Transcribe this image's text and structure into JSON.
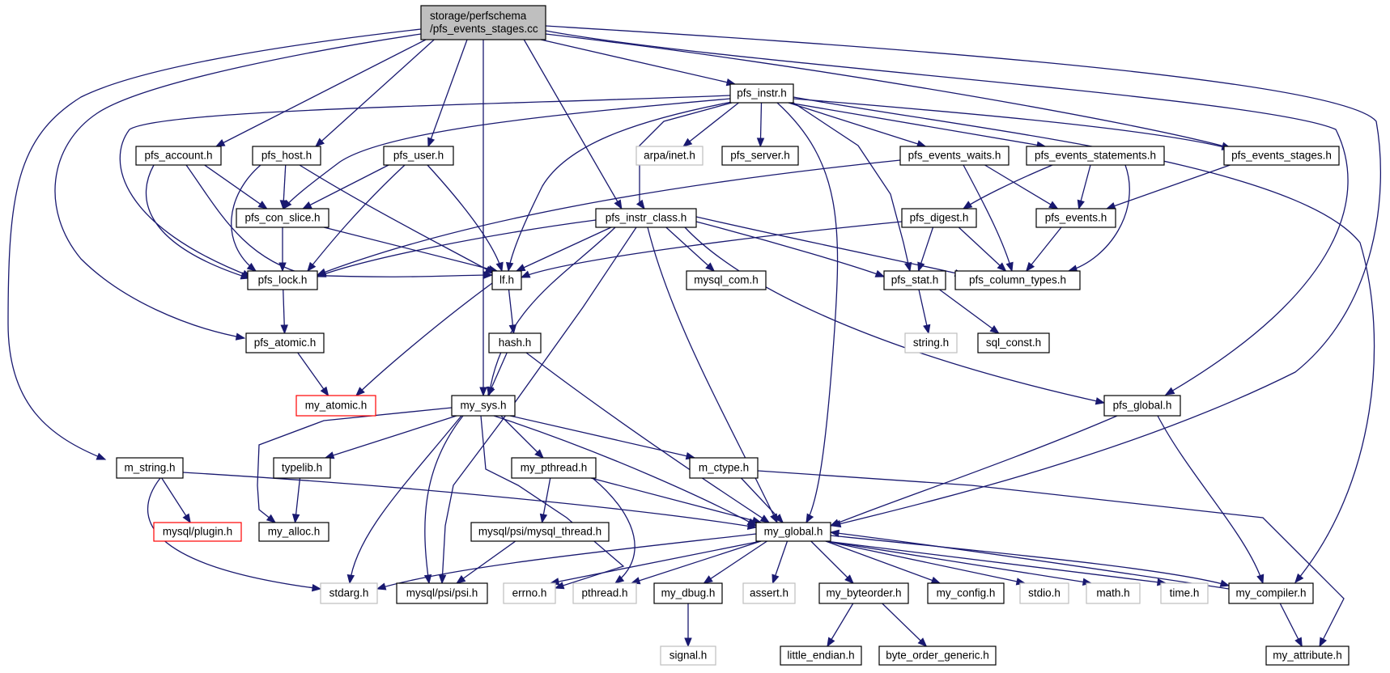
{
  "diagram": {
    "type": "include-dependency-graph",
    "root": "pfs_events_stages_cc",
    "colors": {
      "edge": "#191970",
      "root_fill": "#bfbfbf",
      "missing_border": "#bfbfbf",
      "unresolved_border": "#ff0000"
    },
    "nodes": [
      {
        "id": "pfs_events_stages_cc",
        "lines": [
          "storage/perfschema",
          "/pfs_events_stages.cc"
        ],
        "style": "root"
      },
      {
        "id": "pfs_instr_h",
        "lines": [
          "pfs_instr.h"
        ]
      },
      {
        "id": "pfs_account_h",
        "lines": [
          "pfs_account.h"
        ]
      },
      {
        "id": "pfs_host_h",
        "lines": [
          "pfs_host.h"
        ]
      },
      {
        "id": "pfs_user_h",
        "lines": [
          "pfs_user.h"
        ]
      },
      {
        "id": "arpa_inet_h",
        "lines": [
          "arpa/inet.h"
        ],
        "style": "missing"
      },
      {
        "id": "pfs_server_h",
        "lines": [
          "pfs_server.h"
        ]
      },
      {
        "id": "pfs_events_waits_h",
        "lines": [
          "pfs_events_waits.h"
        ]
      },
      {
        "id": "pfs_events_statements_h",
        "lines": [
          "pfs_events_statements.h"
        ]
      },
      {
        "id": "pfs_events_stages_h",
        "lines": [
          "pfs_events_stages.h"
        ]
      },
      {
        "id": "pfs_con_slice_h",
        "lines": [
          "pfs_con_slice.h"
        ]
      },
      {
        "id": "pfs_instr_class_h",
        "lines": [
          "pfs_instr_class.h"
        ]
      },
      {
        "id": "pfs_digest_h",
        "lines": [
          "pfs_digest.h"
        ]
      },
      {
        "id": "pfs_events_h",
        "lines": [
          "pfs_events.h"
        ]
      },
      {
        "id": "pfs_lock_h",
        "lines": [
          "pfs_lock.h"
        ]
      },
      {
        "id": "lf_h",
        "lines": [
          "lf.h"
        ]
      },
      {
        "id": "mysql_com_h",
        "lines": [
          "mysql_com.h"
        ]
      },
      {
        "id": "pfs_stat_h",
        "lines": [
          "pfs_stat.h"
        ]
      },
      {
        "id": "pfs_column_types_h",
        "lines": [
          "pfs_column_types.h"
        ]
      },
      {
        "id": "pfs_atomic_h",
        "lines": [
          "pfs_atomic.h"
        ]
      },
      {
        "id": "hash_h",
        "lines": [
          "hash.h"
        ]
      },
      {
        "id": "string_h",
        "lines": [
          "string.h"
        ],
        "style": "missing"
      },
      {
        "id": "sql_const_h",
        "lines": [
          "sql_const.h"
        ]
      },
      {
        "id": "my_atomic_h",
        "lines": [
          "my_atomic.h"
        ],
        "style": "unresolved"
      },
      {
        "id": "my_sys_h",
        "lines": [
          "my_sys.h"
        ]
      },
      {
        "id": "pfs_global_h",
        "lines": [
          "pfs_global.h"
        ]
      },
      {
        "id": "m_string_h",
        "lines": [
          "m_string.h"
        ]
      },
      {
        "id": "typelib_h",
        "lines": [
          "typelib.h"
        ]
      },
      {
        "id": "my_pthread_h",
        "lines": [
          "my_pthread.h"
        ]
      },
      {
        "id": "m_ctype_h",
        "lines": [
          "m_ctype.h"
        ]
      },
      {
        "id": "mysql_plugin_h",
        "lines": [
          "mysql/plugin.h"
        ],
        "style": "unresolved"
      },
      {
        "id": "my_alloc_h",
        "lines": [
          "my_alloc.h"
        ]
      },
      {
        "id": "mysql_psi_mysql_thread_h",
        "lines": [
          "mysql/psi/mysql_thread.h"
        ]
      },
      {
        "id": "my_global_h",
        "lines": [
          "my_global.h"
        ]
      },
      {
        "id": "stdarg_h",
        "lines": [
          "stdarg.h"
        ],
        "style": "missing"
      },
      {
        "id": "mysql_psi_psi_h",
        "lines": [
          "mysql/psi/psi.h"
        ]
      },
      {
        "id": "errno_h",
        "lines": [
          "errno.h"
        ],
        "style": "missing"
      },
      {
        "id": "pthread_h",
        "lines": [
          "pthread.h"
        ],
        "style": "missing"
      },
      {
        "id": "my_dbug_h",
        "lines": [
          "my_dbug.h"
        ]
      },
      {
        "id": "assert_h",
        "lines": [
          "assert.h"
        ],
        "style": "missing"
      },
      {
        "id": "my_byteorder_h",
        "lines": [
          "my_byteorder.h"
        ]
      },
      {
        "id": "my_config_h",
        "lines": [
          "my_config.h"
        ]
      },
      {
        "id": "stdio_h",
        "lines": [
          "stdio.h"
        ],
        "style": "missing"
      },
      {
        "id": "math_h",
        "lines": [
          "math.h"
        ],
        "style": "missing"
      },
      {
        "id": "time_h",
        "lines": [
          "time.h"
        ],
        "style": "missing"
      },
      {
        "id": "my_compiler_h",
        "lines": [
          "my_compiler.h"
        ]
      },
      {
        "id": "signal_h",
        "lines": [
          "signal.h"
        ],
        "style": "missing"
      },
      {
        "id": "little_endian_h",
        "lines": [
          "little_endian.h"
        ]
      },
      {
        "id": "byte_order_generic_h",
        "lines": [
          "byte_order_generic.h"
        ]
      },
      {
        "id": "my_attribute_h",
        "lines": [
          "my_attribute.h"
        ]
      }
    ],
    "edges": [
      [
        "pfs_events_stages_cc",
        "pfs_instr_h"
      ],
      [
        "pfs_events_stages_cc",
        "pfs_account_h"
      ],
      [
        "pfs_events_stages_cc",
        "pfs_host_h"
      ],
      [
        "pfs_events_stages_cc",
        "pfs_user_h"
      ],
      [
        "pfs_events_stages_cc",
        "pfs_instr_class_h"
      ],
      [
        "pfs_events_stages_cc",
        "pfs_events_stages_h"
      ],
      [
        "pfs_events_stages_cc",
        "pfs_atomic_h"
      ],
      [
        "pfs_events_stages_cc",
        "my_sys_h"
      ],
      [
        "pfs_events_stages_cc",
        "pfs_global_h"
      ],
      [
        "pfs_events_stages_cc",
        "m_string_h"
      ],
      [
        "pfs_events_stages_cc",
        "my_global_h"
      ],
      [
        "pfs_instr_h",
        "pfs_lock_h"
      ],
      [
        "pfs_instr_h",
        "pfs_con_slice_h"
      ],
      [
        "pfs_instr_h",
        "pfs_instr_class_h"
      ],
      [
        "pfs_instr_h",
        "lf_h"
      ],
      [
        "pfs_instr_h",
        "arpa_inet_h"
      ],
      [
        "pfs_instr_h",
        "pfs_server_h"
      ],
      [
        "pfs_instr_h",
        "pfs_events_waits_h"
      ],
      [
        "pfs_instr_h",
        "pfs_events_statements_h"
      ],
      [
        "pfs_instr_h",
        "pfs_events_stages_h"
      ],
      [
        "pfs_instr_h",
        "pfs_stat_h"
      ],
      [
        "pfs_instr_h",
        "my_global_h"
      ],
      [
        "pfs_instr_h",
        "my_compiler_h"
      ],
      [
        "pfs_account_h",
        "pfs_lock_h"
      ],
      [
        "pfs_account_h",
        "pfs_con_slice_h"
      ],
      [
        "pfs_account_h",
        "lf_h"
      ],
      [
        "pfs_host_h",
        "pfs_lock_h"
      ],
      [
        "pfs_host_h",
        "pfs_con_slice_h"
      ],
      [
        "pfs_host_h",
        "lf_h"
      ],
      [
        "pfs_user_h",
        "pfs_lock_h"
      ],
      [
        "pfs_user_h",
        "pfs_con_slice_h"
      ],
      [
        "pfs_user_h",
        "lf_h"
      ],
      [
        "pfs_con_slice_h",
        "pfs_lock_h"
      ],
      [
        "pfs_con_slice_h",
        "lf_h"
      ],
      [
        "pfs_events_waits_h",
        "pfs_lock_h"
      ],
      [
        "pfs_events_waits_h",
        "pfs_events_h"
      ],
      [
        "pfs_events_waits_h",
        "pfs_column_types_h"
      ],
      [
        "pfs_events_statements_h",
        "pfs_digest_h"
      ],
      [
        "pfs_events_statements_h",
        "pfs_events_h"
      ],
      [
        "pfs_events_statements_h",
        "pfs_column_types_h"
      ],
      [
        "pfs_events_stages_h",
        "pfs_events_h"
      ],
      [
        "pfs_digest_h",
        "lf_h"
      ],
      [
        "pfs_digest_h",
        "pfs_stat_h"
      ],
      [
        "pfs_digest_h",
        "pfs_column_types_h"
      ],
      [
        "pfs_events_h",
        "pfs_column_types_h"
      ],
      [
        "pfs_instr_class_h",
        "pfs_lock_h"
      ],
      [
        "pfs_instr_class_h",
        "lf_h"
      ],
      [
        "pfs_instr_class_h",
        "mysql_com_h"
      ],
      [
        "pfs_instr_class_h",
        "pfs_stat_h"
      ],
      [
        "pfs_instr_class_h",
        "pfs_column_types_h"
      ],
      [
        "pfs_instr_class_h",
        "my_sys_h"
      ],
      [
        "pfs_instr_class_h",
        "mysql_psi_psi_h"
      ],
      [
        "pfs_instr_class_h",
        "my_global_h"
      ],
      [
        "pfs_instr_class_h",
        "pfs_global_h"
      ],
      [
        "pfs_lock_h",
        "pfs_atomic_h"
      ],
      [
        "pfs_atomic_h",
        "my_atomic_h"
      ],
      [
        "lf_h",
        "hash_h"
      ],
      [
        "lf_h",
        "my_atomic_h"
      ],
      [
        "hash_h",
        "my_sys_h"
      ],
      [
        "hash_h",
        "my_global_h"
      ],
      [
        "pfs_stat_h",
        "string_h"
      ],
      [
        "pfs_stat_h",
        "sql_const_h"
      ],
      [
        "pfs_global_h",
        "my_global_h"
      ],
      [
        "pfs_global_h",
        "my_compiler_h"
      ],
      [
        "my_sys_h",
        "typelib_h"
      ],
      [
        "my_sys_h",
        "my_alloc_h"
      ],
      [
        "my_sys_h",
        "my_pthread_h"
      ],
      [
        "my_sys_h",
        "m_ctype_h"
      ],
      [
        "my_sys_h",
        "my_global_h"
      ],
      [
        "my_sys_h",
        "stdarg_h"
      ],
      [
        "my_sys_h",
        "mysql_psi_psi_h"
      ],
      [
        "my_sys_h",
        "errno_h"
      ],
      [
        "typelib_h",
        "my_alloc_h"
      ],
      [
        "my_pthread_h",
        "mysql_psi_mysql_thread_h"
      ],
      [
        "my_pthread_h",
        "my_global_h"
      ],
      [
        "my_pthread_h",
        "pthread_h"
      ],
      [
        "mysql_psi_mysql_thread_h",
        "mysql_psi_psi_h"
      ],
      [
        "m_ctype_h",
        "my_global_h"
      ],
      [
        "m_ctype_h",
        "my_attribute_h"
      ],
      [
        "m_string_h",
        "mysql_plugin_h"
      ],
      [
        "m_string_h",
        "my_global_h"
      ],
      [
        "m_string_h",
        "stdarg_h"
      ],
      [
        "my_global_h",
        "stdarg_h"
      ],
      [
        "my_global_h",
        "errno_h"
      ],
      [
        "my_global_h",
        "pthread_h"
      ],
      [
        "my_global_h",
        "my_dbug_h"
      ],
      [
        "my_global_h",
        "assert_h"
      ],
      [
        "my_global_h",
        "my_byteorder_h"
      ],
      [
        "my_global_h",
        "my_config_h"
      ],
      [
        "my_global_h",
        "stdio_h"
      ],
      [
        "my_global_h",
        "math_h"
      ],
      [
        "my_global_h",
        "time_h"
      ],
      [
        "my_global_h",
        "my_compiler_h"
      ],
      [
        "my_compiler_h",
        "my_global_h"
      ],
      [
        "my_compiler_h",
        "my_attribute_h"
      ],
      [
        "my_dbug_h",
        "signal_h"
      ],
      [
        "my_byteorder_h",
        "little_endian_h"
      ],
      [
        "my_byteorder_h",
        "byte_order_generic_h"
      ]
    ]
  }
}
